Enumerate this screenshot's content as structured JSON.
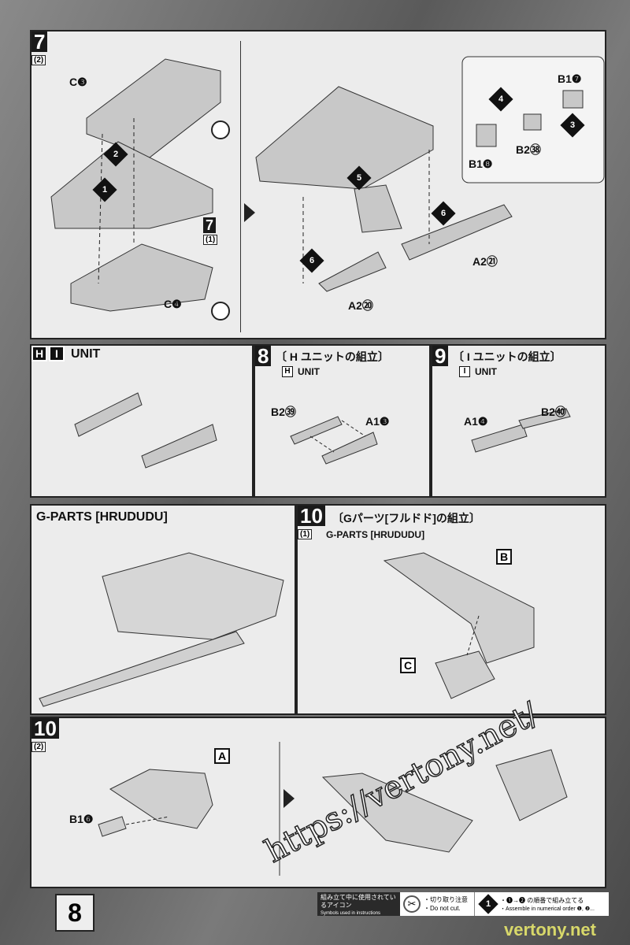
{
  "step7": {
    "number": "7",
    "sub": "(2)",
    "ref_number": "7",
    "ref_sub": "(1)",
    "labels": {
      "c3": "C❸",
      "c4": "C❹",
      "b17": "B1❼",
      "b18": "B1❽",
      "b238": "B2㊳",
      "a220": "A2⑳",
      "a221": "A2㉑"
    },
    "orders": [
      "1",
      "2",
      "3",
      "4",
      "5",
      "6",
      "6"
    ]
  },
  "hi_unit": {
    "box1": "H",
    "box2": "I",
    "title": "UNIT"
  },
  "step8": {
    "number": "8",
    "title": "〔 H ユニットの組立〕",
    "unit_box": "H",
    "unit": "UNIT",
    "labels": {
      "b239": "B2㊴",
      "a13": "A1❸"
    }
  },
  "step9": {
    "number": "9",
    "title": "〔 I ユニットの組立〕",
    "unit_box": "I",
    "unit": "UNIT",
    "labels": {
      "a14": "A1❹",
      "b240": "B2㊵"
    }
  },
  "gparts": {
    "title": "G-PARTS [HRUDUDU]"
  },
  "step10a": {
    "number": "10",
    "sub": "(1)",
    "title": "〔Gパーツ[フルドド]の組立〕",
    "unit": "G-PARTS [HRUDUDU]",
    "box_b": "B",
    "box_c": "C"
  },
  "step10b": {
    "number": "10",
    "sub": "(2)",
    "box_a": "A",
    "label_b16": "B1❻"
  },
  "footer": {
    "page": "8",
    "legend_title_jp": "組み立て中に使用されているアイコン",
    "legend_title_en": "Symbols used in instructions",
    "cut_jp": "・切り取り注意",
    "cut_en": "・Do not cut.",
    "order_num": "1",
    "order_jp": "・❶→❷ の順番で組み立てる",
    "order_en": "・Assemble in numerical order ❶, ❷..."
  },
  "watermark": "https://vertony.net/",
  "watermark2": "vertony.net"
}
